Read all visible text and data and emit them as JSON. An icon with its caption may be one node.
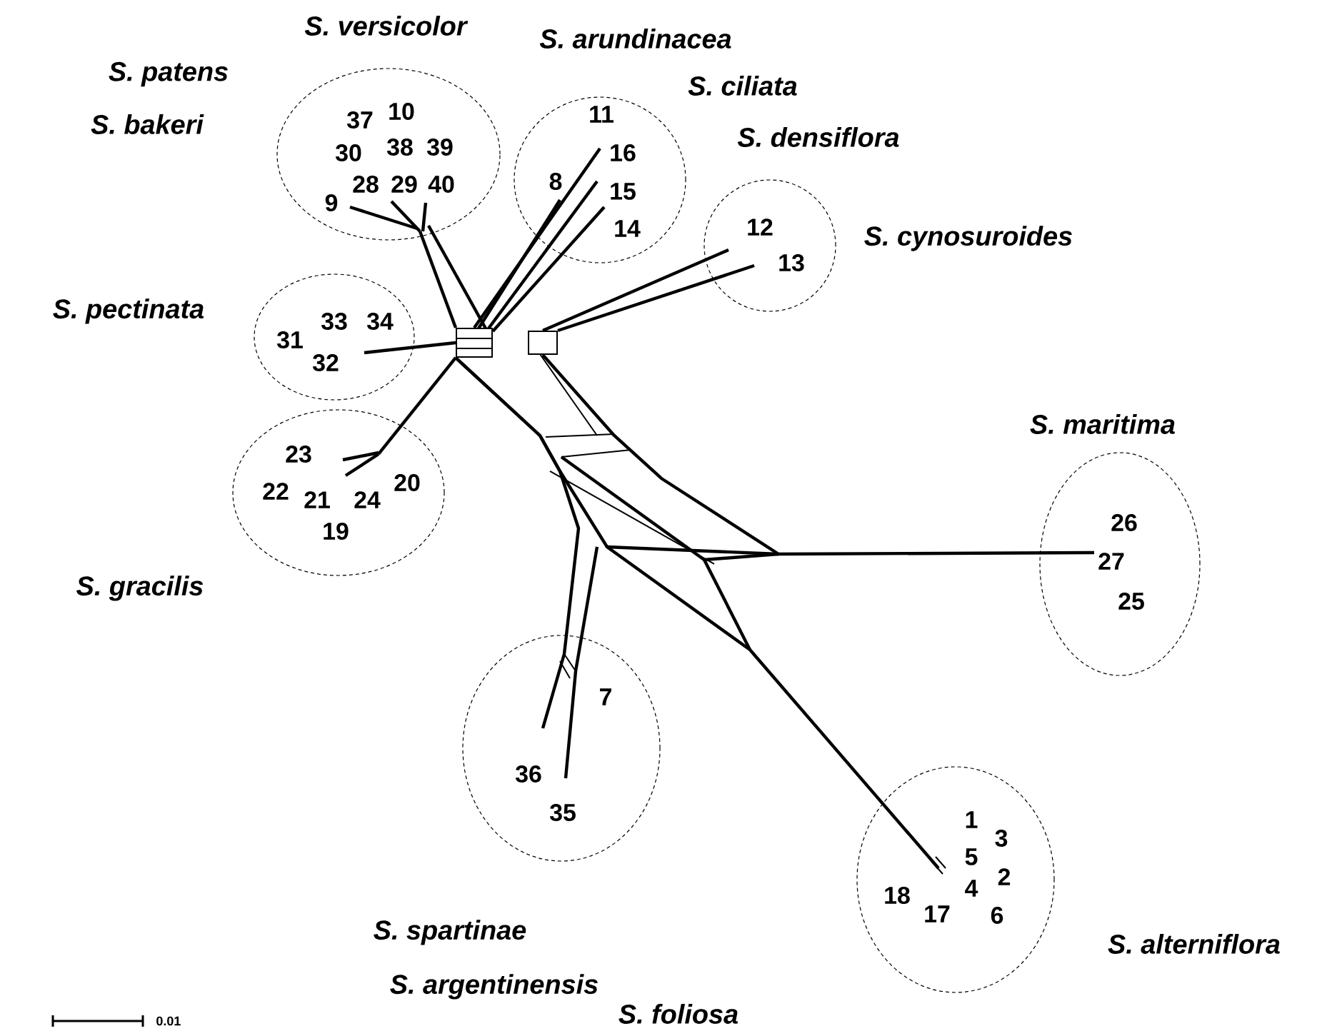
{
  "diagram": {
    "nodes": [
      {
        "text": [
          "10",
          "37",
          "30",
          "38",
          "39",
          "28",
          "29",
          "40",
          "9"
        ],
        "beside": [
          "S. versicolor",
          "S. patens",
          "S. bakeri"
        ]
      },
      {
        "text": [
          "11",
          "16",
          "8",
          "15",
          "14"
        ],
        "beside": [
          "S. arundinacea",
          "S. ciliata",
          "S. densiflora"
        ]
      },
      {
        "text": [
          "12",
          "13"
        ],
        "beside": [
          "S. cynosuroides"
        ]
      },
      {
        "text": [
          "33",
          "34",
          "31",
          "32"
        ],
        "beside": [
          "S. pectinata"
        ]
      },
      {
        "text": [
          "23",
          "22",
          "21",
          "24",
          "20",
          "19"
        ],
        "beside": [
          "S. gracilis"
        ]
      },
      {
        "text": [
          "26",
          "27",
          "25"
        ],
        "beside": [
          "S. maritima"
        ]
      },
      {
        "text": [
          "7",
          "36",
          "35"
        ],
        "beside": [
          "S. spartinae",
          "S. argentinensis"
        ]
      },
      {
        "text": [
          "1",
          "3",
          "5",
          "2",
          "4",
          "18",
          "17",
          "6"
        ],
        "beside": [
          "S. alterniflora"
        ]
      },
      {
        "text": [],
        "shape": "box"
      },
      {
        "text": [],
        "shape": "box"
      }
    ],
    "edges": [
      {
        "from": 8,
        "to": 0,
        "arrow": "none"
      },
      {
        "from": 8,
        "to": 1,
        "arrow": "none"
      },
      {
        "from": 9,
        "to": 2,
        "arrow": "none"
      },
      {
        "from": 8,
        "to": 3,
        "arrow": "none"
      },
      {
        "from": 8,
        "to": 4,
        "arrow": "none"
      },
      {
        "from": 9,
        "to": 5,
        "arrow": "none"
      },
      {
        "from": 8,
        "to": 6,
        "arrow": "none"
      },
      {
        "from": 8,
        "to": 7,
        "arrow": "none"
      },
      {
        "from": 9,
        "to": 2,
        "arrow": "none"
      }
    ],
    "labels": [
      "S. foliosa",
      "0.01"
    ]
  }
}
